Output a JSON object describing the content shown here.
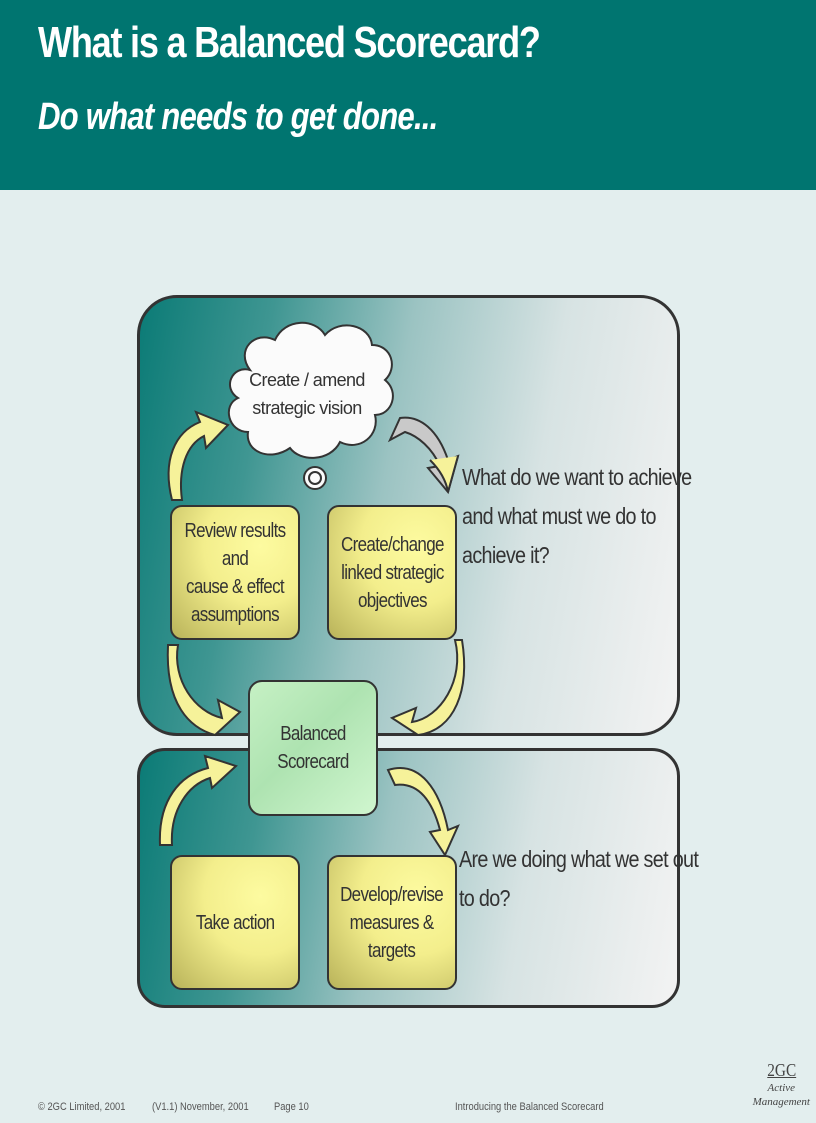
{
  "header": {
    "title": "What is a Balanced Scorecard?",
    "subtitle": "Do what needs to get done..."
  },
  "diagram": {
    "cloud": {
      "label": "Create / amend\nstrategic vision",
      "icon": "thought-cloud-icon"
    },
    "boxes": [
      {
        "id": "review",
        "label": "Review results and\ncause & effect\nassumptions"
      },
      {
        "id": "create",
        "label": "Create/change\nlinked strategic\nobjectives"
      },
      {
        "id": "take_action",
        "label": "Take action"
      },
      {
        "id": "develop",
        "label": "Develop/revise\nmeasures &\ntargets"
      }
    ],
    "center": {
      "label": "Balanced\nScorecard"
    },
    "questions": [
      "What do we want to achieve\nand what must we do to\nachieve it?",
      "Are we doing what we set out\nto do?"
    ],
    "colors": {
      "teal": "#007570",
      "box_yellow": "#f3ee8c",
      "center_green": "#c6f1c4",
      "arrow_yellow": "#f6f29a",
      "arrow_gray": "#c9c9c9"
    }
  },
  "footer": {
    "copyright": "© 2GC Limited, 2001",
    "version": "(V1.1) November, 2001",
    "page": "Page 10",
    "doc_title": "Introducing the Balanced Scorecard",
    "logo": {
      "line1": "2GC",
      "line2": "Active",
      "line3": "Management"
    }
  }
}
